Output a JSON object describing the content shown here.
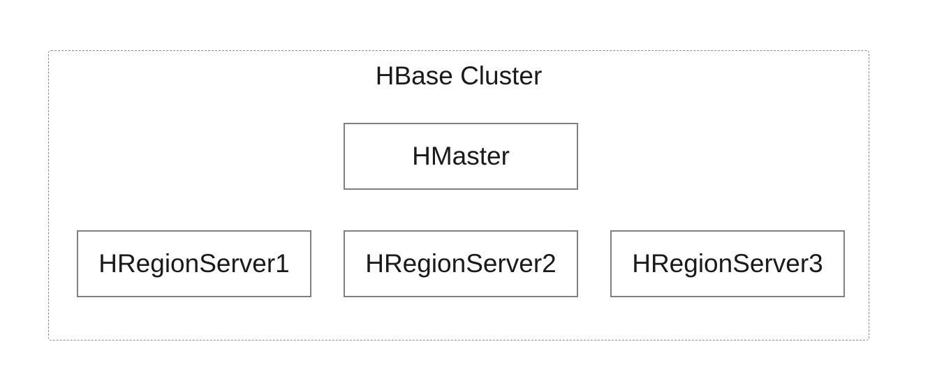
{
  "cluster": {
    "title": "HBase Cluster"
  },
  "master": {
    "label": "HMaster"
  },
  "region_servers": [
    {
      "label": "HRegionServer1"
    },
    {
      "label": "HRegionServer2"
    },
    {
      "label": "HRegionServer3"
    }
  ]
}
